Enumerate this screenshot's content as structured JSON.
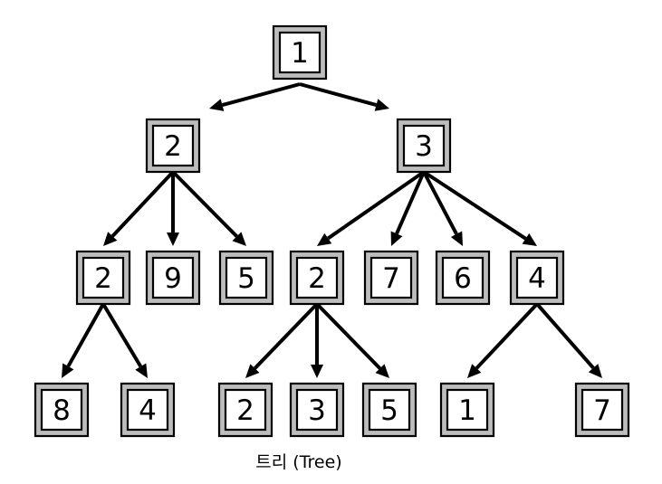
{
  "caption": "트리 (Tree)",
  "nodes": [
    {
      "id": "n1",
      "label": "1"
    },
    {
      "id": "n2",
      "label": "2"
    },
    {
      "id": "n3",
      "label": "3"
    },
    {
      "id": "n2a",
      "label": "2"
    },
    {
      "id": "n9",
      "label": "9"
    },
    {
      "id": "n5a",
      "label": "5"
    },
    {
      "id": "n2b",
      "label": "2"
    },
    {
      "id": "n7a",
      "label": "7"
    },
    {
      "id": "n6",
      "label": "6"
    },
    {
      "id": "n4a",
      "label": "4"
    },
    {
      "id": "n8",
      "label": "8"
    },
    {
      "id": "n4b",
      "label": "4"
    },
    {
      "id": "n2c",
      "label": "2"
    },
    {
      "id": "n3b",
      "label": "3"
    },
    {
      "id": "n5b",
      "label": "5"
    },
    {
      "id": "n1b",
      "label": "1"
    },
    {
      "id": "n7b",
      "label": "7"
    }
  ],
  "edges": [
    {
      "from": "n1",
      "to": "n2"
    },
    {
      "from": "n1",
      "to": "n3"
    },
    {
      "from": "n2",
      "to": "n2a"
    },
    {
      "from": "n2",
      "to": "n9"
    },
    {
      "from": "n2",
      "to": "n5a"
    },
    {
      "from": "n3",
      "to": "n2b"
    },
    {
      "from": "n3",
      "to": "n7a"
    },
    {
      "from": "n3",
      "to": "n6"
    },
    {
      "from": "n3",
      "to": "n4a"
    },
    {
      "from": "n2a",
      "to": "n8"
    },
    {
      "from": "n2a",
      "to": "n4b"
    },
    {
      "from": "n2b",
      "to": "n2c"
    },
    {
      "from": "n2b",
      "to": "n3b"
    },
    {
      "from": "n2b",
      "to": "n5b"
    },
    {
      "from": "n4a",
      "to": "n1b"
    },
    {
      "from": "n4a",
      "to": "n7b"
    }
  ]
}
